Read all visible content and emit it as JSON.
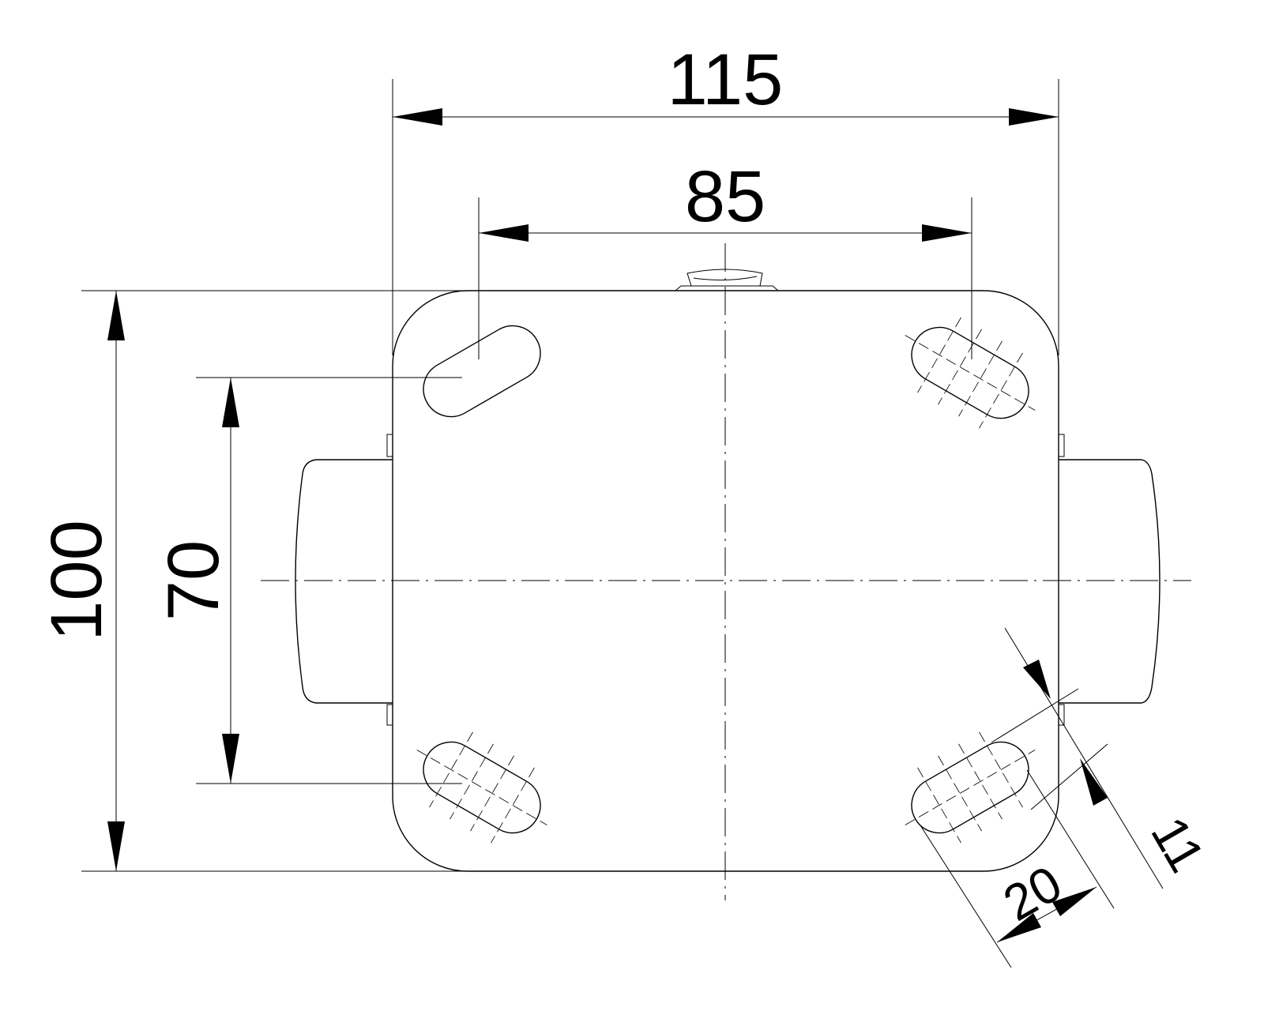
{
  "drawing": {
    "title": "Castor top plate dimension drawing",
    "dimensions": {
      "overall_width": "115",
      "hole_spacing_x": "85",
      "overall_height": "100",
      "hole_spacing_y": "70",
      "slot_length": "20",
      "slot_width": "11"
    }
  }
}
